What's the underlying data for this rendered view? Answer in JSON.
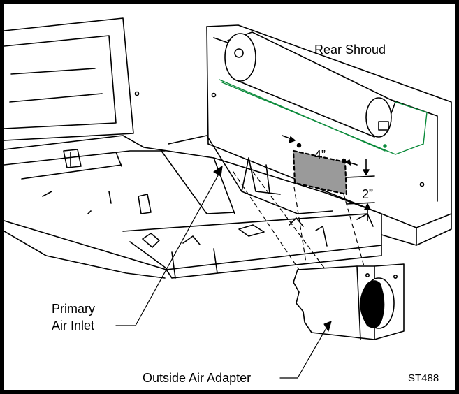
{
  "labels": {
    "rear_shroud": "Rear Shroud",
    "primary_air_inlet_line1": "Primary",
    "primary_air_inlet_line2": "Air Inlet",
    "outside_air_adapter": "Outside Air Adapter",
    "figure_code": "ST488"
  },
  "dimensions": {
    "width": "4”",
    "height": "2”"
  },
  "colors": {
    "outline": "#000000",
    "accent_green": "#0a8a3a",
    "cutout_fill": "#9a9a9a",
    "adapter_hole": "#000000"
  }
}
